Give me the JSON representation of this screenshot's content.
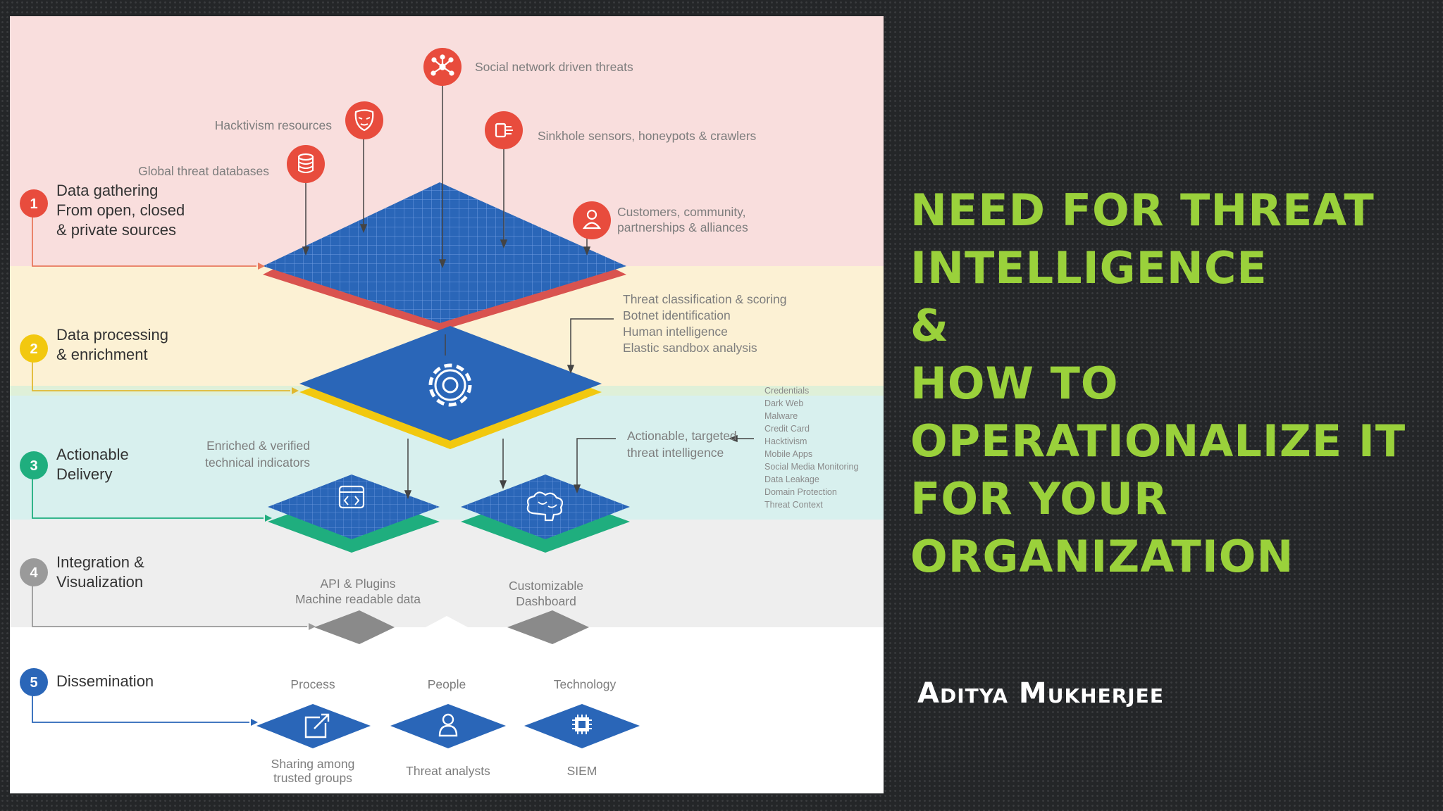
{
  "slide": {
    "title_lines": [
      "NEED FOR THREAT",
      "INTELLIGENCE",
      "&",
      "HOW TO",
      "OPERATIONALIZE IT",
      "FOR YOUR",
      "ORGANIZATION"
    ],
    "author": "Aditya Mukherjee",
    "title_color": "#9ad13b"
  },
  "diagram": {
    "stages": [
      {
        "number": "1",
        "lines": [
          "Data gathering",
          "From open, closed",
          "& private sources"
        ],
        "color": "#e84c3d"
      },
      {
        "number": "2",
        "lines": [
          "Data processing",
          "& enrichment"
        ],
        "color": "#f2c80f"
      },
      {
        "number": "3",
        "lines": [
          "Actionable",
          "Delivery"
        ],
        "color": "#1fae7e"
      },
      {
        "number": "4",
        "lines": [
          "Integration &",
          "Visualization"
        ],
        "color": "#9a9a9a"
      },
      {
        "number": "5",
        "lines": [
          "Dissemination"
        ],
        "color": "#2a66b8"
      }
    ],
    "sources": {
      "social": "Social network driven threats",
      "hacktivism": "Hacktivism resources",
      "sinkhole": "Sinkhole sensors, honeypots & crawlers",
      "global_db": "Global threat databases",
      "customers": [
        "Customers, community,",
        "partnerships & alliances"
      ]
    },
    "processing_list": [
      "Threat classification & scoring",
      "Botnet identification",
      "Human intelligence",
      "Elastic sandbox analysis"
    ],
    "enriched": [
      "Enriched & verified",
      "technical indicators"
    ],
    "actionable": [
      "Actionable, targeted",
      "threat intelligence"
    ],
    "categories": [
      "Credentials",
      "Dark Web",
      "Malware",
      "Credit Card",
      "Hacktivism",
      "Mobile Apps",
      "Social Media Monitoring",
      "Data Leakage",
      "Domain Protection",
      "Threat Context"
    ],
    "api": [
      "API & Plugins",
      "Machine readable data"
    ],
    "dashboard": [
      "Customizable",
      "Dashboard"
    ],
    "dissemination": {
      "process": {
        "top": "Process",
        "bottom": [
          "Sharing among",
          "trusted groups"
        ]
      },
      "people": {
        "top": "People",
        "bottom": [
          "Threat analysts"
        ]
      },
      "technology": {
        "top": "Technology",
        "bottom": [
          "SIEM"
        ]
      }
    },
    "icons": {
      "social": "network-icon",
      "hacktivism": "mask-icon",
      "sinkhole": "sensor-icon",
      "global_db": "database-icon",
      "customers": "person-lock-icon",
      "processing": "gear-icon",
      "api": "code-window-icon",
      "dashboard": "brain-icon",
      "process": "share-icon",
      "people": "person-icon",
      "technology": "chip-icon"
    }
  }
}
